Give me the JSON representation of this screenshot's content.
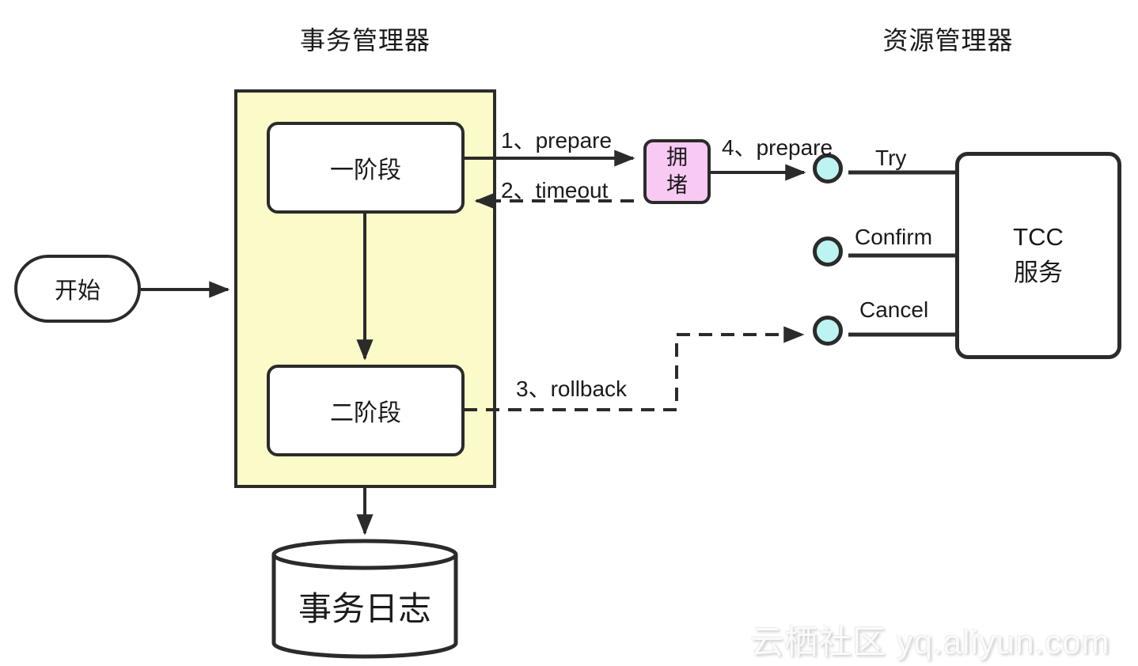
{
  "header": {
    "left_title": "事务管理器",
    "right_title": "资源管理器"
  },
  "nodes": {
    "start": {
      "label": "开始"
    },
    "phase1": {
      "label": "一阶段"
    },
    "phase2": {
      "label": "二阶段"
    },
    "congestion": {
      "label": "拥堵"
    },
    "tcc": {
      "line1": "TCC",
      "line2": "服务"
    },
    "log": {
      "label": "事务日志"
    }
  },
  "edges": {
    "prepare1": {
      "label": "1、prepare"
    },
    "timeout2": {
      "label": "2、timeout"
    },
    "rollback3": {
      "label": "3、rollback"
    },
    "prepare4": {
      "label": "4、prepare"
    },
    "try": {
      "label": "Try"
    },
    "confirm": {
      "label": "Confirm"
    },
    "cancel": {
      "label": "Cancel"
    }
  },
  "colors": {
    "stroke": "#2b2b2b",
    "container_fill": "#fbfbc9",
    "congestion_fill": "#f8c9f2",
    "endpoint_fill": "#bdf4f1"
  },
  "watermark": {
    "text": "云栖社区 yq.aliyun.com"
  }
}
